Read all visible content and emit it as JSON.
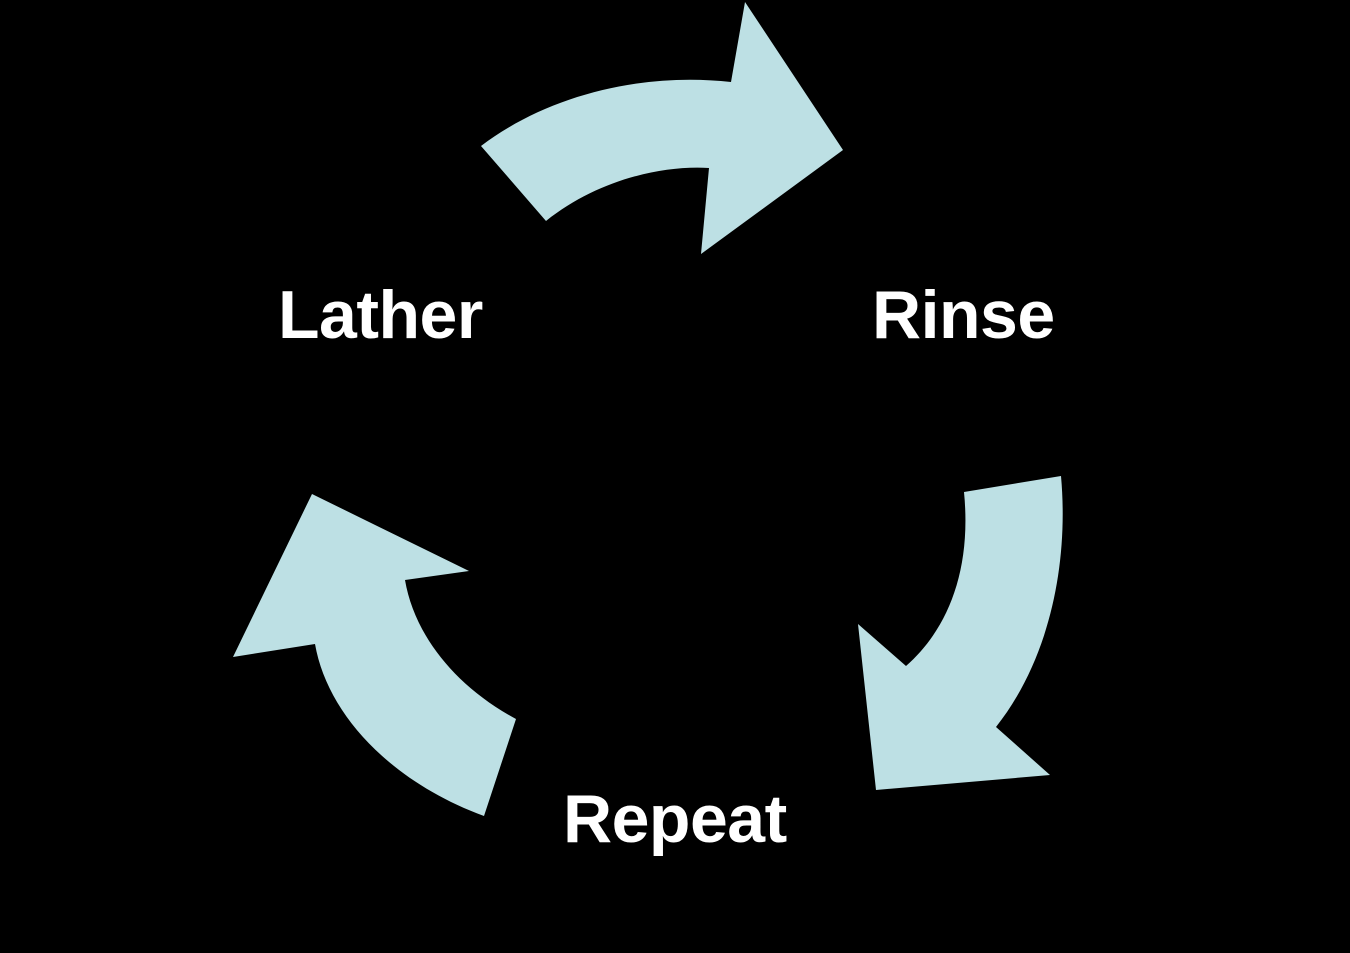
{
  "diagram": {
    "type": "cycle",
    "title": "",
    "background_color": "#000000",
    "arrow_color": "#bde0e4",
    "label_color": "#ffffff",
    "steps": [
      {
        "id": "lather",
        "label": "Lather",
        "position": "top-left"
      },
      {
        "id": "rinse",
        "label": "Rinse",
        "position": "top-right"
      },
      {
        "id": "repeat",
        "label": "Repeat",
        "position": "bottom-center"
      }
    ],
    "arrows": [
      {
        "id": "arrow-top",
        "name": "curved-arrow-right",
        "from": "lather",
        "to": "rinse",
        "direction": "clockwise-top"
      },
      {
        "id": "arrow-right",
        "name": "curved-arrow-down-left",
        "from": "rinse",
        "to": "repeat",
        "direction": "clockwise-right"
      },
      {
        "id": "arrow-left",
        "name": "curved-arrow-up-left",
        "from": "repeat",
        "to": "lather",
        "direction": "clockwise-left"
      }
    ]
  }
}
